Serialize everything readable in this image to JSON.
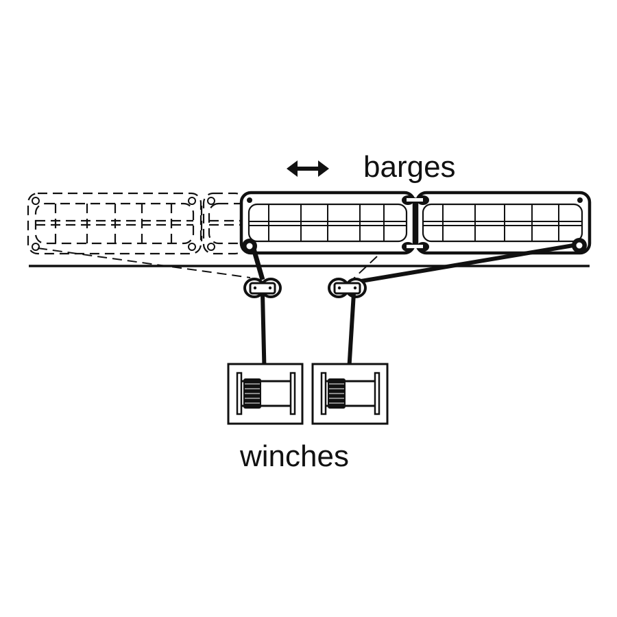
{
  "diagram": {
    "labels": {
      "barges": "barges",
      "winches": "winches"
    },
    "colors": {
      "ink": "#111111",
      "background": "#ffffff"
    },
    "elements": {
      "motion_arrow": "double-headed-arrow",
      "ghost_barges": "dashed outline showing previous barge position",
      "barges_count": 2,
      "winches_count": 2,
      "fairleads_count": 2,
      "shore_line": "horizontal ground line"
    }
  }
}
